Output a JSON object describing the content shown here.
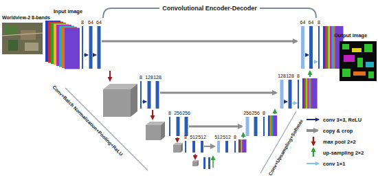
{
  "diagram": {
    "title": "Convolutional Encoder-Decoder",
    "nodes": [
      {
        "text": [
          "Worldview-2 8-bands"
        ]
      },
      {
        "text": [
          "Input image"
        ]
      },
      {
        "text": [
          "Output image"
        ]
      }
    ],
    "labels": [
      "8",
      "64",
      "64",
      "64",
      "64",
      "8",
      "8",
      "128",
      "128",
      "128",
      "128",
      "8",
      "8",
      "256",
      "256",
      "256",
      "256",
      "8",
      "8",
      "512",
      "512",
      "512",
      "512",
      "8",
      "Conv+Batch Normalization+Pooling+ReLU",
      "Conv+Upsampling+Softmax"
    ],
    "legend": [
      {
        "text": "conv 3×3, ReLU"
      },
      {
        "text": "copy & crop"
      },
      {
        "text": "max pool 2×2"
      },
      {
        "text": "up-sampling 2×2"
      },
      {
        "text": "conv 1×1"
      }
    ]
  }
}
